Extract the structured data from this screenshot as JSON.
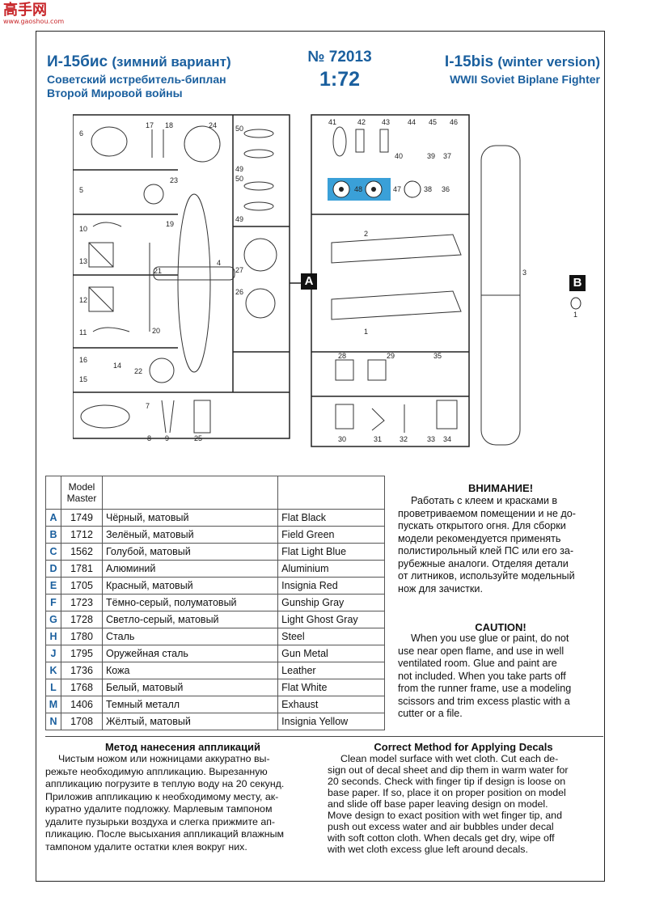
{
  "watermark": {
    "site_cn": "高手网",
    "url": "www.gaoshou.com"
  },
  "header": {
    "title_ru_main": "И-15бис",
    "title_ru_variant": "(зимний вариант)",
    "subtitle_ru_1": "Советский истребитель-биплан",
    "subtitle_ru_2": "Второй Мировой войны",
    "kit_number": "№ 72013",
    "scale": "1:72",
    "title_en_main": "I-15bis",
    "title_en_variant": "(winter version)",
    "subtitle_en": "WWII Soviet Biplane Fighter"
  },
  "sprues": {
    "label_a": "A",
    "label_b": "B",
    "sprue_b_part": "1",
    "parts_left": [
      "6",
      "17",
      "18",
      "24",
      "5",
      "23",
      "19",
      "10",
      "13",
      "21",
      "4",
      "12",
      "11",
      "20",
      "16",
      "14",
      "22",
      "15",
      "7",
      "8",
      "9",
      "25"
    ],
    "parts_mid": [
      "50",
      "49",
      "50",
      "49",
      "27",
      "26"
    ],
    "parts_right": [
      "41",
      "42",
      "43",
      "44",
      "45",
      "46",
      "40",
      "39",
      "37",
      "48",
      "47",
      "38",
      "36",
      "2",
      "1",
      "3",
      "28",
      "29",
      "35",
      "30",
      "31",
      "32",
      "33",
      "34"
    ],
    "accent_color": "#3aa0d8"
  },
  "paint_table": {
    "header_col2": "Model Master",
    "rows": [
      {
        "code": "A",
        "num": "1749",
        "ru": "Чёрный, матовый",
        "en": "Flat Black"
      },
      {
        "code": "B",
        "num": "1712",
        "ru": "Зелёный, матовый",
        "en": "Field Green"
      },
      {
        "code": "C",
        "num": "1562",
        "ru": "Голубой, матовый",
        "en": "Flat Light Blue"
      },
      {
        "code": "D",
        "num": "1781",
        "ru": "Алюминий",
        "en": "Aluminium"
      },
      {
        "code": "E",
        "num": "1705",
        "ru": "Красный, матовый",
        "en": "Insignia Red"
      },
      {
        "code": "F",
        "num": "1723",
        "ru": "Тёмно-серый, полуматовый",
        "en": "Gunship Gray"
      },
      {
        "code": "G",
        "num": "1728",
        "ru": "Светло-серый, матовый",
        "en": "Light Ghost Gray"
      },
      {
        "code": "H",
        "num": "1780",
        "ru": "Сталь",
        "en": "Steel"
      },
      {
        "code": "J",
        "num": "1795",
        "ru": "Оружейная сталь",
        "en": "Gun Metal"
      },
      {
        "code": "K",
        "num": "1736",
        "ru": "Кожа",
        "en": "Leather"
      },
      {
        "code": "L",
        "num": "1768",
        "ru": "Белый, матовый",
        "en": "Flat White"
      },
      {
        "code": "M",
        "num": "1406",
        "ru": "Темный металл",
        "en": "Exhaust"
      },
      {
        "code": "N",
        "num": "1708",
        "ru": "Жёлтый, матовый",
        "en": "Insignia Yellow"
      }
    ]
  },
  "warning_ru": {
    "heading": "ВНИМАНИЕ!",
    "lines": [
      "Работать с клеем и красками в",
      "проветриваемом помещении и не до-",
      "пускать открытого огня. Для сборки",
      "модели рекомендуется применять",
      "полистирольный клей ПС или его за-",
      "рубежные аналоги. Отделяя детали",
      "от литников, используйте модельный",
      "нож для зачистки."
    ]
  },
  "caution_en": {
    "heading": "CAUTION!",
    "lines": [
      "When you use glue or paint, do not",
      "use near open flame, and use in well",
      "ventilated room. Glue and paint are",
      "not included. When you take parts off",
      "from the runner frame, use a modeling",
      "scissors and trim excess plastic with a",
      "cutter or a file."
    ]
  },
  "decals_ru": {
    "heading": "Метод нанесения аппликаций",
    "lines": [
      "Чистым ножом или ножницами аккуратно вы-",
      "режьте необходимую аппликацию. Вырезанную",
      "аппликацию погрузите в теплую воду на 20 секунд.",
      "Приложив аппликацию к необходимому месту, ак-",
      "куратно удалите подложку. Марлевым тампоном",
      "удалите пузырьки воздуха и слегка прижмите ап-",
      "пликацию. После высыхания аппликаций влажным",
      "тампоном удалите остатки клея вокруг них."
    ]
  },
  "decals_en": {
    "heading": "Correct Method for Applying Decals",
    "lines": [
      "Clean model surface with wet cloth. Cut each de-",
      "sign out of decal sheet and dip them in warm water for",
      "20 seconds. Check with finger tip if design is loose on",
      "base paper. If so, place it on proper position on model",
      "and slide off base paper leaving design on model.",
      "Move design to exact position with wet finger tip, and",
      "push out excess water and air bubbles under decal",
      "with soft cotton cloth. When decals get dry, wipe off",
      "with wet cloth excess glue left around decals."
    ]
  }
}
